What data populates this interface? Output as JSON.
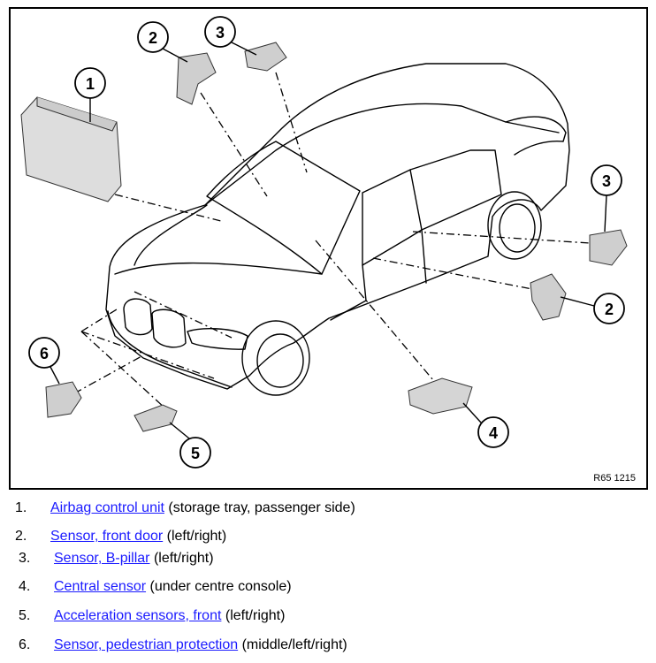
{
  "figure": {
    "id_label": "R65 1215",
    "callouts": [
      "1",
      "2",
      "3",
      "2",
      "3",
      "4",
      "5",
      "6"
    ]
  },
  "legend": [
    {
      "num": "1.",
      "link": "Airbag control unit",
      "desc": " (storage tray, passenger side)"
    },
    {
      "num": "2.",
      "link": "Sensor, front door",
      "desc": " (left/right)"
    },
    {
      "num": "3.",
      "link": "Sensor, B-pillar",
      "desc": " (left/right)"
    },
    {
      "num": "4.",
      "link": "Central sensor",
      "desc": " (under centre console)"
    },
    {
      "num": "5.",
      "link": "Acceleration sensors, front",
      "desc": " (left/right)"
    },
    {
      "num": "6.",
      "link": "Sensor, pedestrian protection",
      "desc": " (middle/left/right)"
    }
  ]
}
